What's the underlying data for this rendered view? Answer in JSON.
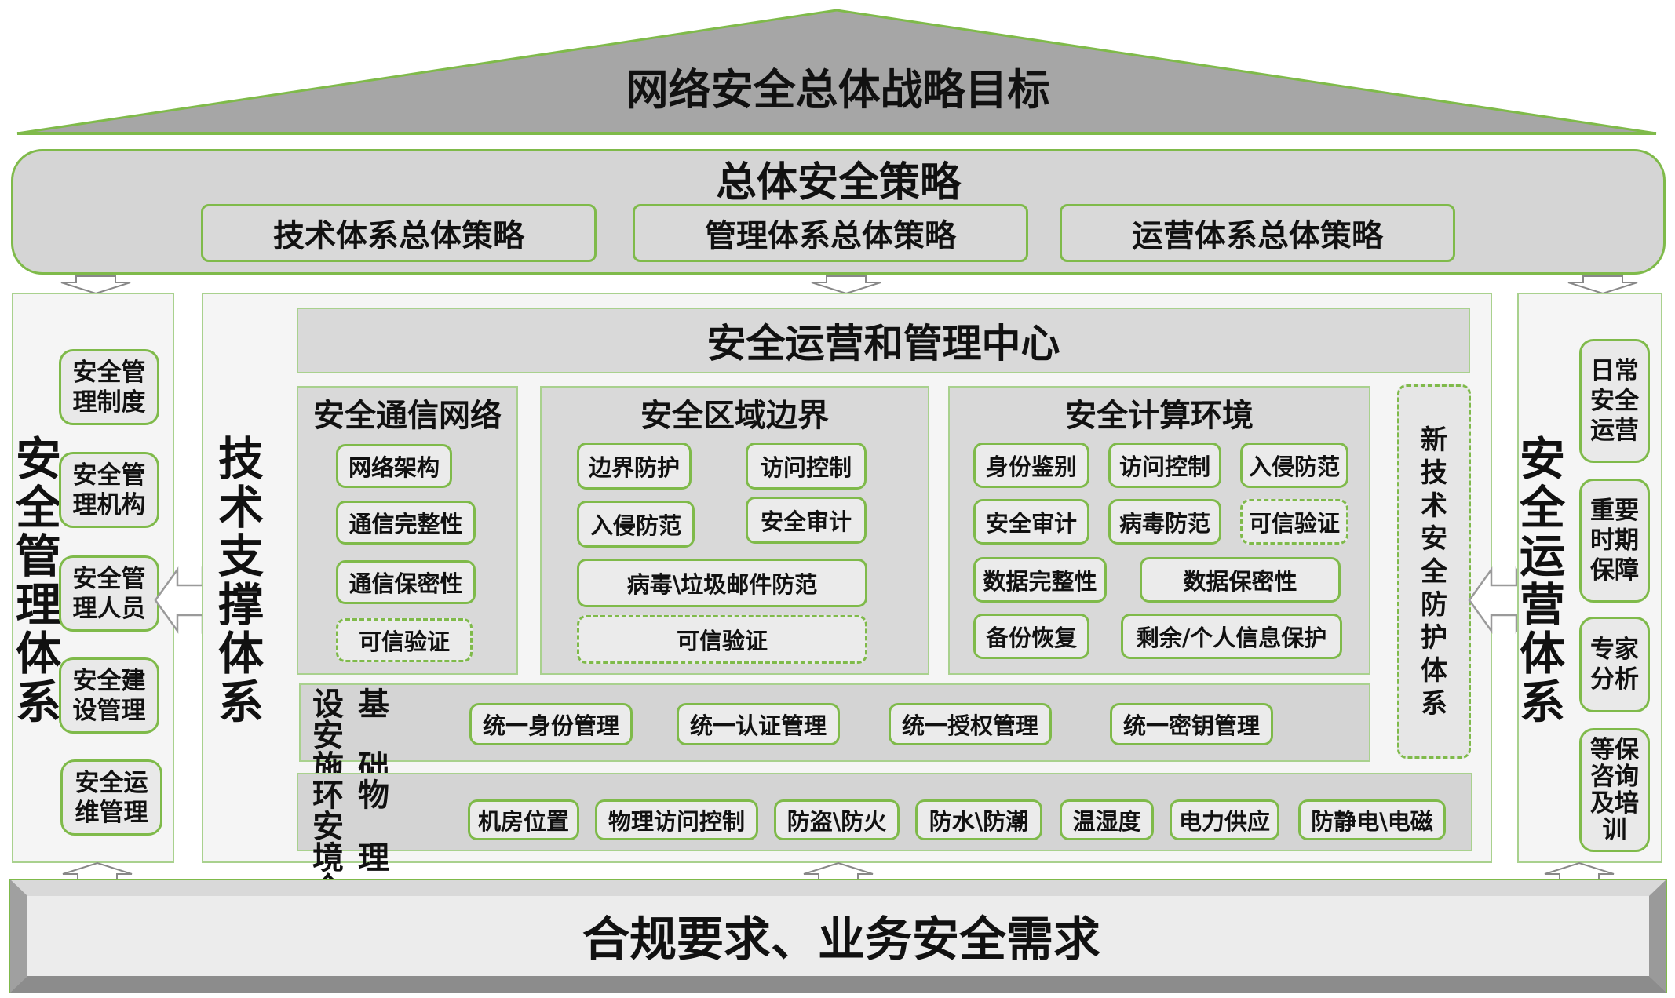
{
  "roof": {
    "title": "网络安全总体战略目标"
  },
  "strategy": {
    "title": "总体安全策略",
    "items": [
      "技术体系总体策略",
      "管理体系总体策略",
      "运营体系总体策略"
    ]
  },
  "management": {
    "title": "安全管理体系",
    "items": [
      [
        "安全管",
        "理制度"
      ],
      [
        "安全管",
        "理机构"
      ],
      [
        "安全管",
        "理人员"
      ],
      [
        "安全建",
        "设管理"
      ],
      [
        "安全运",
        "维管理"
      ]
    ]
  },
  "tech": {
    "title": "技术支撑体系",
    "ops_center": "安全运营和管理中心",
    "comm_network": {
      "title": "安全通信网络",
      "items": [
        "网络架构",
        "通信完整性",
        "通信保密性",
        "可信验证"
      ]
    },
    "area_boundary": {
      "title": "安全区域边界",
      "items": [
        "边界防护",
        "访问控制",
        "入侵防范",
        "安全审计",
        "病毒\\垃圾邮件防范",
        "可信验证"
      ]
    },
    "compute_env": {
      "title": "安全计算环境",
      "items": [
        "身份鉴别",
        "访问控制",
        "入侵防范",
        "安全审计",
        "病毒防范",
        "可信验证",
        "数据完整性",
        "数据保密性",
        "备份恢复",
        "剩余/个人信息保护"
      ]
    },
    "new_tech": "新技术安全防护体系",
    "infra": {
      "label_line1": "设基安",
      "label_line2": "施础全",
      "items": [
        "统一身份管理",
        "统一认证管理",
        "统一授权管理",
        "统一密钥管理"
      ]
    },
    "physical": {
      "label_line1": "环物安",
      "label_line2": "境理全",
      "items": [
        "机房位置",
        "物理访问控制",
        "防盗\\防火",
        "防水\\防潮",
        "温湿度",
        "电力供应",
        "防静电\\电磁"
      ]
    }
  },
  "operations": {
    "title": "安全运营体系",
    "items": [
      [
        "日常",
        "安全",
        "运营"
      ],
      [
        "重要",
        "时期",
        "保障"
      ],
      [
        "专家",
        "分析"
      ],
      [
        "等保",
        "咨询",
        "及培",
        "训"
      ]
    ]
  },
  "base": {
    "text": "合规要求、业务安全需求"
  },
  "colors": {
    "accent_green": "#7fba4a",
    "panel_gray": "#d9d9d9",
    "roof_gray": "#a6a6a6"
  }
}
